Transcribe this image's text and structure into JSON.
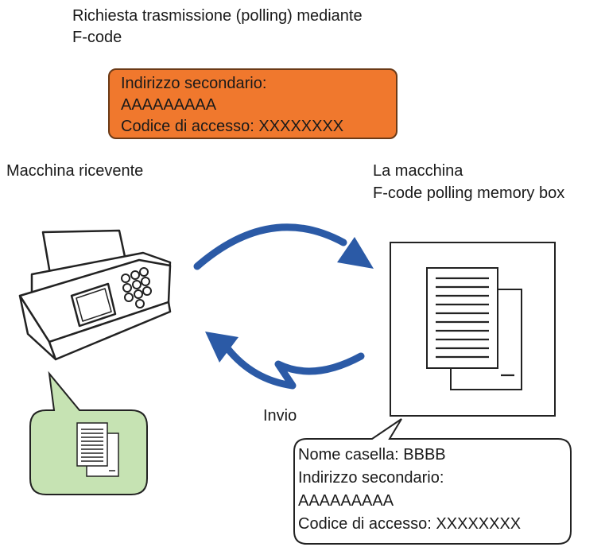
{
  "title": {
    "line1": "Richiesta trasmissione (polling) mediante",
    "line2": "F-code"
  },
  "request_box": {
    "line1": "Indirizzo secondario:",
    "line2": "AAAAAAAAA",
    "line3": "Codice di accesso: XXXXXXXX"
  },
  "receiver_label": "Macchina ricevente",
  "sender_label": {
    "line1": "La macchina",
    "line2": "F-code polling memory box"
  },
  "send_label": "Invio",
  "memory_box_callout": {
    "line1": "Nome casella: BBBB",
    "line2": "Indirizzo secondario:",
    "line3": "AAAAAAAAA",
    "line4": "Codice di accesso: XXXXXXXX"
  },
  "colors": {
    "request_box": "#f0782d",
    "arrow": "#2b5aa6",
    "received_doc_bubble": "#c6e3b3"
  },
  "icons": [
    "fax-machine-icon",
    "document-stack-icon",
    "arrow-right-icon",
    "arrow-left-icon"
  ]
}
